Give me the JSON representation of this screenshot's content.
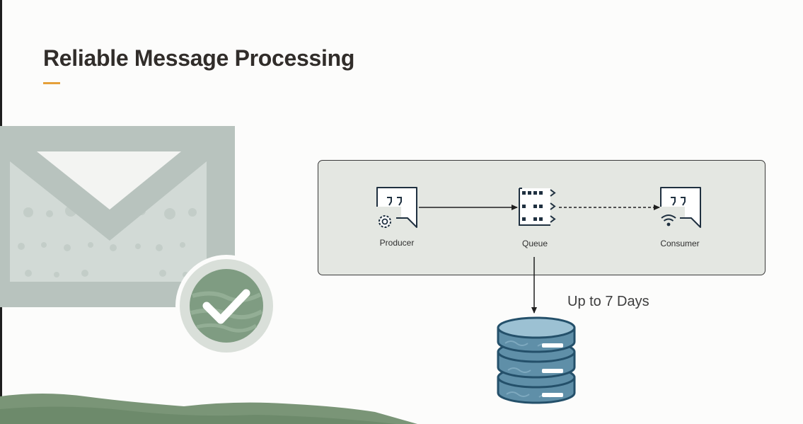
{
  "slide": {
    "title": "Reliable Message Processing",
    "accent_color": "#e5a03a"
  },
  "diagram": {
    "nodes": [
      {
        "id": "producer",
        "label": "Producer",
        "icon": "speech-bubble-gear-icon"
      },
      {
        "id": "queue",
        "label": "Queue",
        "icon": "queue-icon"
      },
      {
        "id": "consumer",
        "label": "Consumer",
        "icon": "speech-bubble-wifi-icon"
      }
    ],
    "edges": [
      {
        "from": "producer",
        "to": "queue",
        "style": "solid"
      },
      {
        "from": "queue",
        "to": "consumer",
        "style": "dashed"
      },
      {
        "from": "queue",
        "to": "storage",
        "style": "solid"
      }
    ],
    "storage": {
      "label": "Up to 7 Days",
      "icon": "database-icon",
      "color": "#5f8fa8"
    }
  }
}
